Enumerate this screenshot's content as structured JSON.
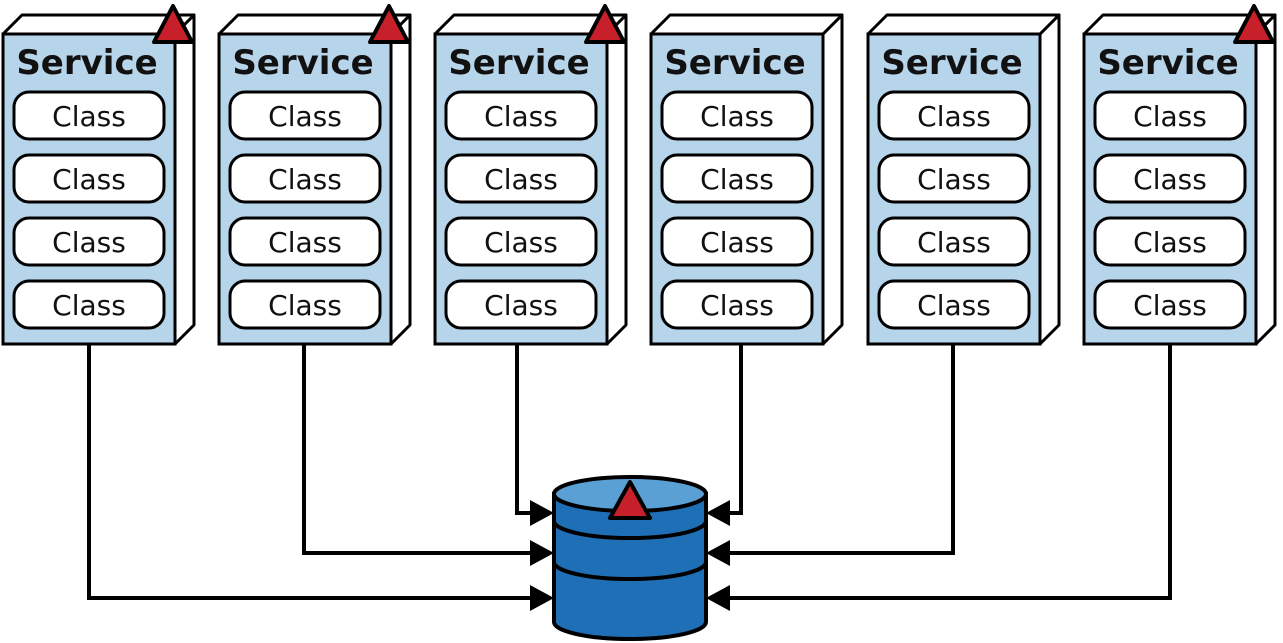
{
  "colors": {
    "service_fill": "#b7d5ea",
    "class_fill": "#ffffff",
    "outline": "#000000",
    "alert_red": "#c8202b",
    "db_top": "#5aa0d4",
    "db_body": "#1f6fb6"
  },
  "icons": {
    "alert": "warning-triangle-icon",
    "database": "database-cylinder-icon"
  },
  "services": [
    {
      "title": "Service",
      "alert": true,
      "classes": [
        "Class",
        "Class",
        "Class",
        "Class"
      ]
    },
    {
      "title": "Service",
      "alert": true,
      "classes": [
        "Class",
        "Class",
        "Class",
        "Class"
      ]
    },
    {
      "title": "Service",
      "alert": true,
      "classes": [
        "Class",
        "Class",
        "Class",
        "Class"
      ]
    },
    {
      "title": "Service",
      "alert": false,
      "classes": [
        "Class",
        "Class",
        "Class",
        "Class"
      ]
    },
    {
      "title": "Service",
      "alert": false,
      "classes": [
        "Class",
        "Class",
        "Class",
        "Class"
      ]
    },
    {
      "title": "Service",
      "alert": true,
      "classes": [
        "Class",
        "Class",
        "Class",
        "Class"
      ]
    }
  ],
  "database": {
    "alert": true
  }
}
